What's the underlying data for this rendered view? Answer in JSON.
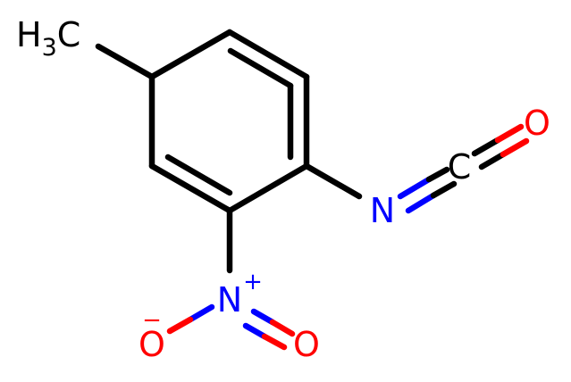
{
  "molecule": {
    "atoms": {
      "methyl": {
        "main": "H",
        "sub": "3",
        "tail": "C"
      },
      "isocyanate_n": "N",
      "isocyanate_c": "C",
      "isocyanate_o": "O",
      "nitro_n": "N",
      "nitro_n_charge": "+",
      "nitro_o_minus": "O",
      "nitro_o_minus_charge": "−",
      "nitro_o": "O"
    },
    "colors": {
      "carbon": "#000000",
      "nitrogen": "#0000ff",
      "oxygen": "#ff0000",
      "background": "#ffffff"
    }
  }
}
